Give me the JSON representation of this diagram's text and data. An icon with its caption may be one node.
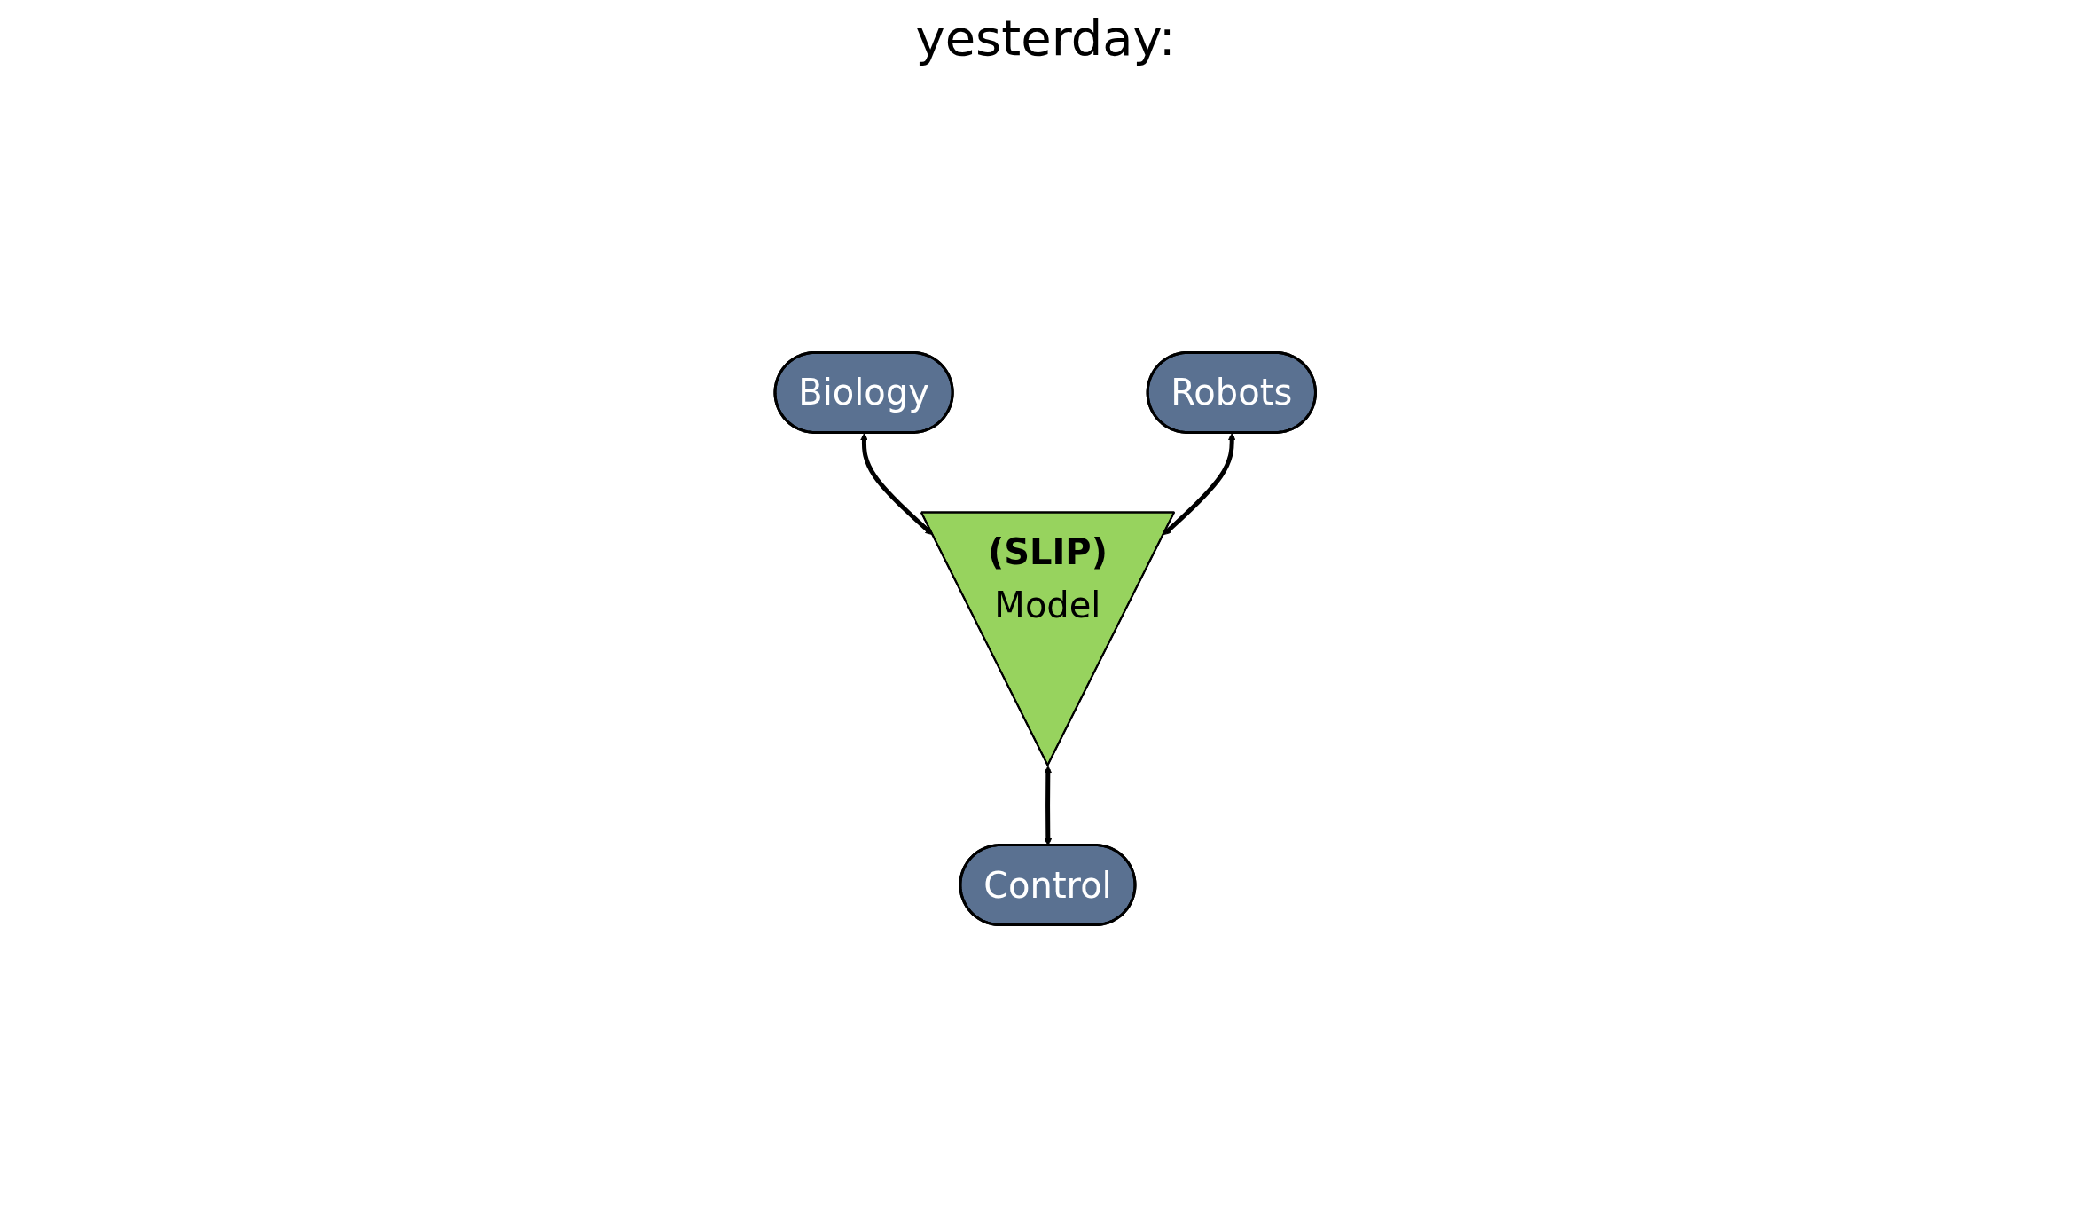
{
  "diagram": {
    "title": "yesterday:",
    "nodes": [
      {
        "text": [
          "Biology"
        ]
      },
      {
        "text": [
          "Robots"
        ]
      },
      {
        "text": [
          "(SLIP)",
          "Model"
        ]
      },
      {
        "text": [
          "Control"
        ]
      }
    ],
    "edges": [
      {
        "from": 0,
        "to": 2,
        "arrow": "both"
      },
      {
        "from": 1,
        "to": 2,
        "arrow": "both"
      },
      {
        "from": 2,
        "to": 3,
        "arrow": "both"
      }
    ]
  }
}
